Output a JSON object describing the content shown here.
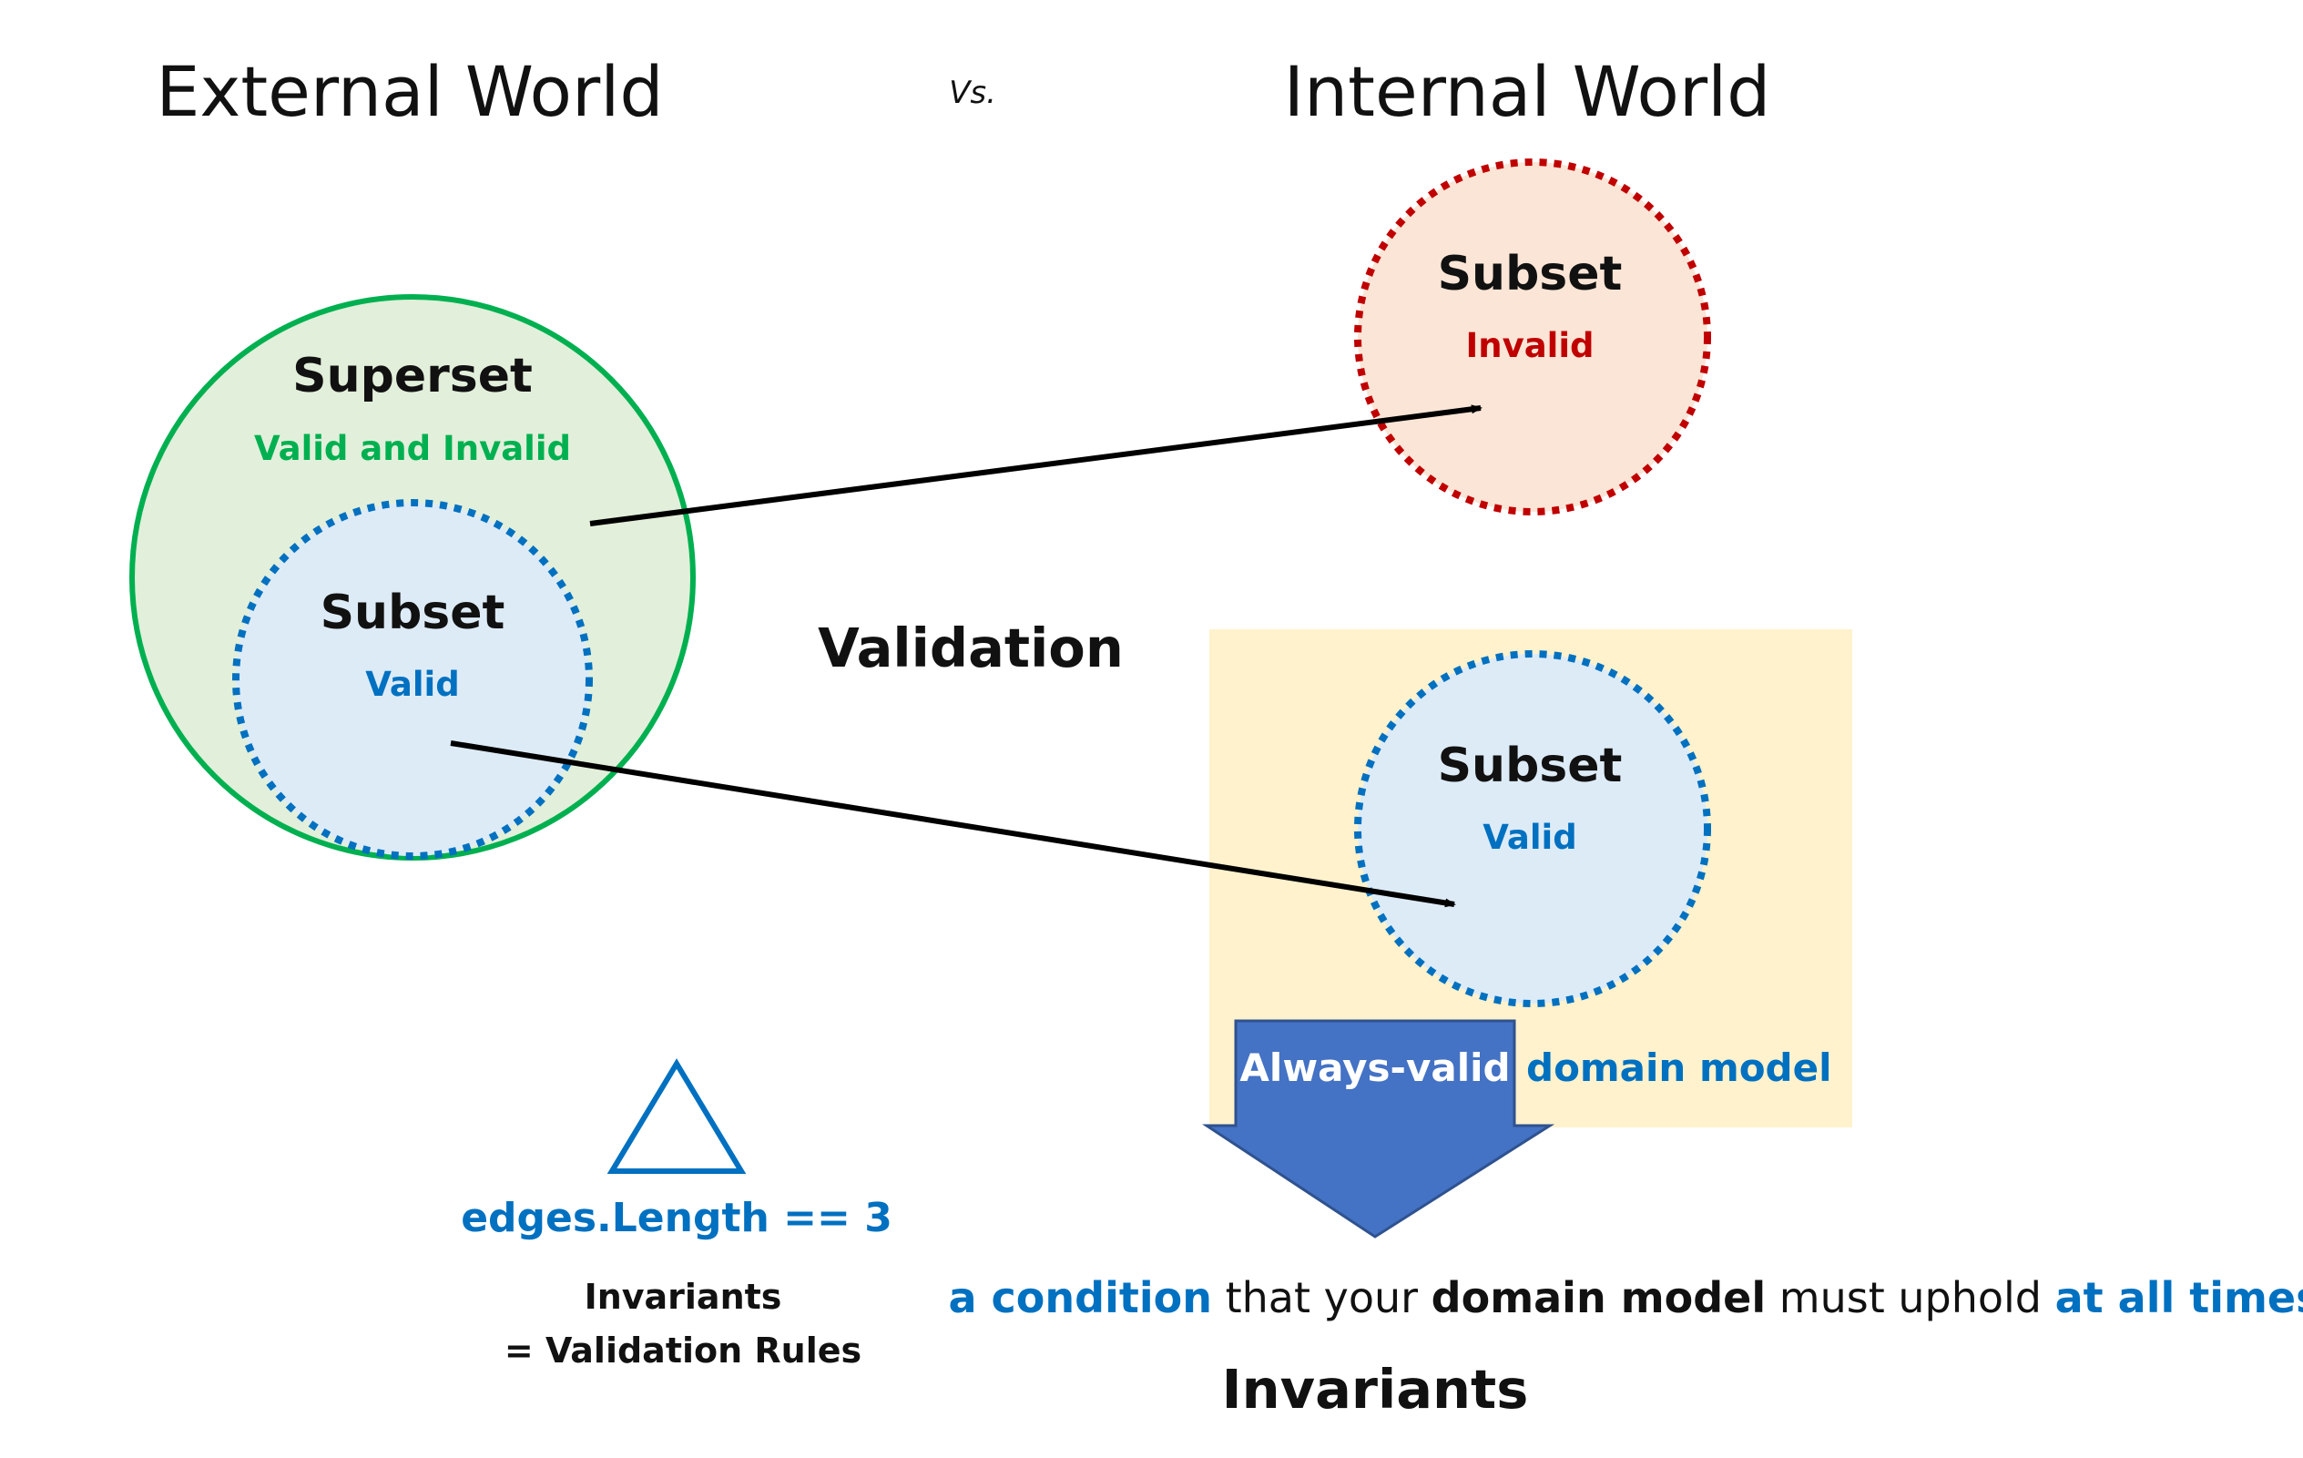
{
  "titles": {
    "external": "External World",
    "vs": "Vs.",
    "internal": "Internal World"
  },
  "external_sets": {
    "superset_heading": "Superset",
    "superset_caption": "Valid and Invalid",
    "subset_heading": "Subset",
    "subset_caption": "Valid"
  },
  "internal_sets": {
    "invalid_heading": "Subset",
    "invalid_caption": "Invalid",
    "valid_heading": "Subset",
    "valid_caption": "Valid"
  },
  "validation_label": "Validation",
  "triangle": {
    "icon": "triangle-icon",
    "code": "edges.Length == 3",
    "line1": "Invariants",
    "line2": "= Validation Rules"
  },
  "domain": {
    "arrow_label": "Always-valid",
    "side_label": "domain model"
  },
  "definition": {
    "part1": "a condition",
    "part2": " that your ",
    "part3": "domain model",
    "part4": " must uphold ",
    "part5": "at all times"
  },
  "invariants_label": "Invariants",
  "colors": {
    "green": "#00b050",
    "green_fill": "#e2efda",
    "blue": "#0070c0",
    "blue_fill": "#ddebf7",
    "red": "#c00000",
    "red_fill": "#fbe5d6",
    "yellow_fill": "#fff2cc",
    "arrow_blue": "#4472c4"
  }
}
